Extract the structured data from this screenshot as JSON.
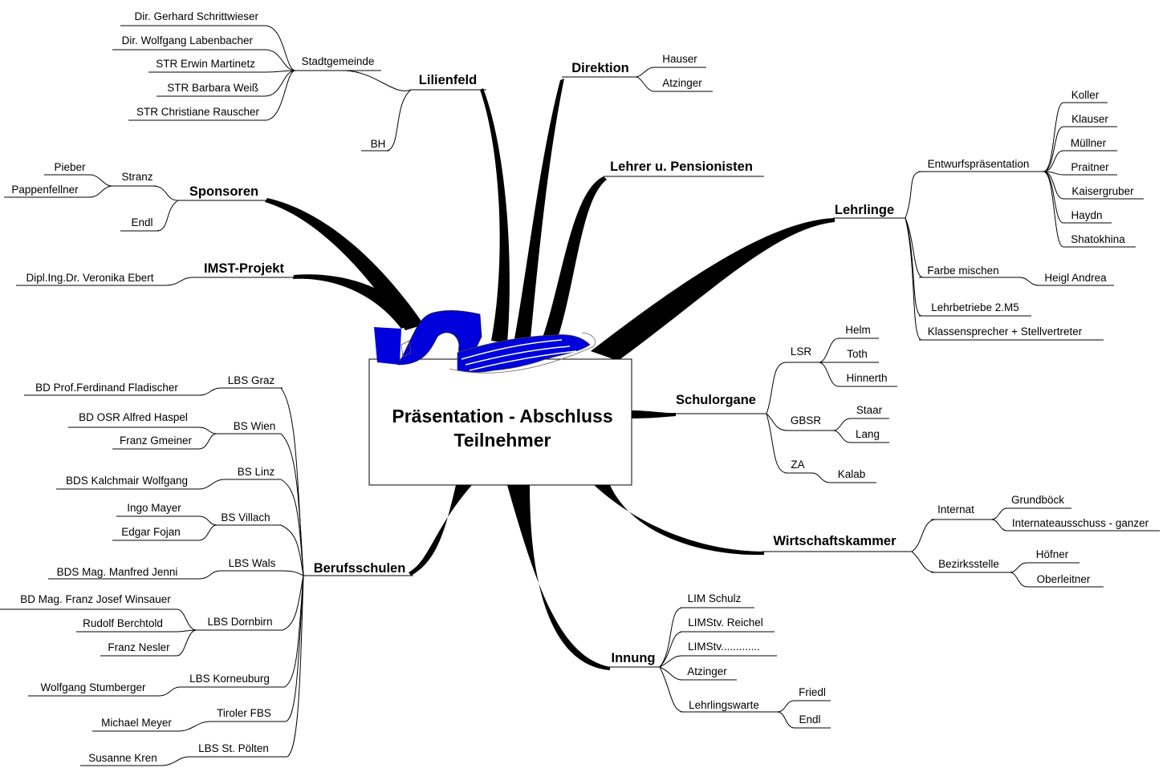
{
  "root": {
    "line1": "Präsentation - Abschluss",
    "line2": "Teilnehmer"
  },
  "logo": {
    "colors": {
      "blue": "#0000dd",
      "outline": "#444444"
    }
  },
  "branches": {
    "lilienfeld": {
      "label": "Lilienfeld",
      "stadtgemeinde": "Stadtgemeinde",
      "members": [
        "Dir. Gerhard Schrittwieser",
        "Dir. Wolfgang Labenbacher",
        "STR Erwin Martinetz",
        "STR Barbara Weiß",
        "STR Christiane Rauscher"
      ],
      "bh": "BH"
    },
    "direktion": {
      "label": "Direktion",
      "items": [
        "Hauser",
        "Atzinger"
      ]
    },
    "lehrer": {
      "label": "Lehrer u. Pensionisten"
    },
    "sponsoren": {
      "label": "Sponsoren",
      "stranz": "Stranz",
      "stranz_items": [
        "Pieber",
        "Pappenfellner"
      ],
      "endl": "Endl"
    },
    "imst": {
      "label": "IMST-Projekt",
      "items": [
        "Dipl.Ing.Dr. Veronika Ebert"
      ]
    },
    "lehrlinge": {
      "label": "Lehrlinge",
      "entwurf": "Entwurfspräsentation",
      "entwurf_items": [
        "Koller",
        "Klauser",
        "Müllner",
        "Praitner",
        "Kaisergruber",
        "Haydn",
        "Shatokhina"
      ],
      "farbe": "Farbe mischen",
      "farbe_item": "Heigl Andrea",
      "lehrbetriebe": "Lehrbetriebe 2.M5",
      "klassensprecher": "Klassensprecher + Stellvertreter"
    },
    "schulorgane": {
      "label": "Schulorgane",
      "lsr": "LSR",
      "lsr_items": [
        "Helm",
        "Toth",
        "Hinnerth"
      ],
      "gbsr": "GBSR",
      "gbsr_items": [
        "Staar",
        "Lang"
      ],
      "za": "ZA",
      "za_items": [
        "Kalab"
      ]
    },
    "wirtschaftskammer": {
      "label": "Wirtschaftskammer",
      "internat": "Internat",
      "internat_items": [
        "Grundböck",
        "Internateausschuss - ganzer"
      ],
      "bezirksstelle": "Bezirksstelle",
      "bezirksstelle_items": [
        "Höfner",
        "Oberleitner"
      ]
    },
    "innung": {
      "label": "Innung",
      "items": [
        "LIM Schulz",
        "LIMStv. Reichel",
        "LIMStv.............",
        "Atzinger"
      ],
      "lehrlingswarte": "Lehrlingswarte",
      "lehrlingswarte_items": [
        "Friedl",
        "Endl"
      ]
    },
    "berufsschulen": {
      "label": "Berufsschulen",
      "schools": [
        {
          "name": "LBS Graz",
          "people": [
            "BD Prof.Ferdinand Fladischer"
          ]
        },
        {
          "name": "BS Wien",
          "people": [
            "BD OSR Alfred Haspel",
            "Franz Gmeiner"
          ]
        },
        {
          "name": "BS Linz",
          "people": [
            "BDS Kalchmair Wolfgang"
          ]
        },
        {
          "name": "BS Villach",
          "people": [
            "Ingo Mayer",
            "Edgar Fojan"
          ]
        },
        {
          "name": "LBS Wals",
          "people": [
            "BDS Mag. Manfred Jenni"
          ]
        },
        {
          "name": "LBS Dornbirn",
          "people": [
            "BD Mag. Franz Josef Winsauer",
            "Rudolf Berchtold",
            "Franz Nesler"
          ]
        },
        {
          "name": "LBS Korneuburg",
          "people": [
            "Wolfgang Stumberger"
          ]
        },
        {
          "name": "Tiroler FBS",
          "people": [
            "Michael Meyer"
          ]
        },
        {
          "name": "LBS St. Pölten",
          "people": [
            "Susanne Kren"
          ]
        }
      ]
    }
  }
}
